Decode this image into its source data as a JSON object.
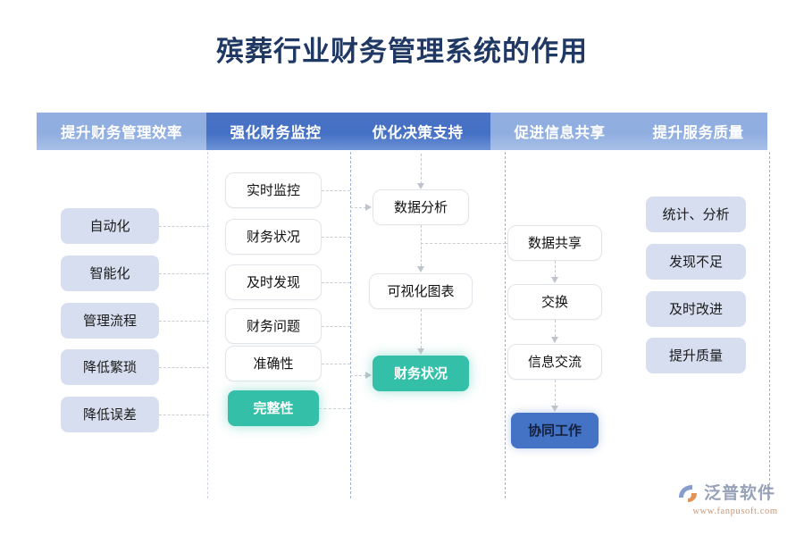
{
  "page": {
    "title": "殡葬行业财务管理系统的作用",
    "title_color": "#1f3864",
    "background": "#ffffff"
  },
  "header": {
    "columns": [
      {
        "label": "提升财务管理效率",
        "style": "light"
      },
      {
        "label": "强化财务监控",
        "style": "dark"
      },
      {
        "label": "优化决策支持",
        "style": "dark"
      },
      {
        "label": "促进信息共享",
        "style": "light"
      },
      {
        "label": "提升服务质量",
        "style": "light"
      }
    ],
    "light_color": "#8faedf",
    "dark_color": "#4470c3",
    "text_color": "#ffffff"
  },
  "columns": [
    {
      "name": "提升财务管理效率",
      "nodes": [
        {
          "label": "自动化",
          "style": "lavender"
        },
        {
          "label": "智能化",
          "style": "lavender"
        },
        {
          "label": "管理流程",
          "style": "lavender"
        },
        {
          "label": "降低繁琐",
          "style": "lavender"
        },
        {
          "label": "降低误差",
          "style": "lavender"
        }
      ]
    },
    {
      "name": "强化财务监控",
      "nodes": [
        {
          "label": "实时监控",
          "style": "plain"
        },
        {
          "label": "财务状况",
          "style": "plain"
        },
        {
          "label": "及时发现",
          "style": "plain"
        },
        {
          "label": "财务问题",
          "style": "plain"
        },
        {
          "label": "准确性",
          "style": "plain"
        },
        {
          "label": "完整性",
          "style": "teal"
        }
      ]
    },
    {
      "name": "优化决策支持",
      "nodes": [
        {
          "label": "数据分析",
          "style": "plain"
        },
        {
          "label": "可视化图表",
          "style": "plain"
        },
        {
          "label": "财务状况",
          "style": "teal"
        }
      ]
    },
    {
      "name": "促进信息共享",
      "nodes": [
        {
          "label": "数据共享",
          "style": "plain"
        },
        {
          "label": "交换",
          "style": "plain"
        },
        {
          "label": "信息交流",
          "style": "plain"
        },
        {
          "label": "协同工作",
          "style": "blue"
        }
      ]
    },
    {
      "name": "提升服务质量",
      "nodes": [
        {
          "label": "统计、分析",
          "style": "lavender"
        },
        {
          "label": "发现不足",
          "style": "lavender"
        },
        {
          "label": "及时改进",
          "style": "lavender"
        },
        {
          "label": "提升质量",
          "style": "lavender"
        }
      ]
    }
  ],
  "palette": {
    "lavender_box": "#d6deef",
    "plain_box": "#ffffff",
    "teal_highlight": "#34bfa8",
    "blue_highlight": "#4472c4",
    "connector": "#c9cdd4",
    "divider": "#9fb2d4"
  },
  "watermark": {
    "brand": "泛普软件",
    "url": "www.fanpusoft.com"
  }
}
